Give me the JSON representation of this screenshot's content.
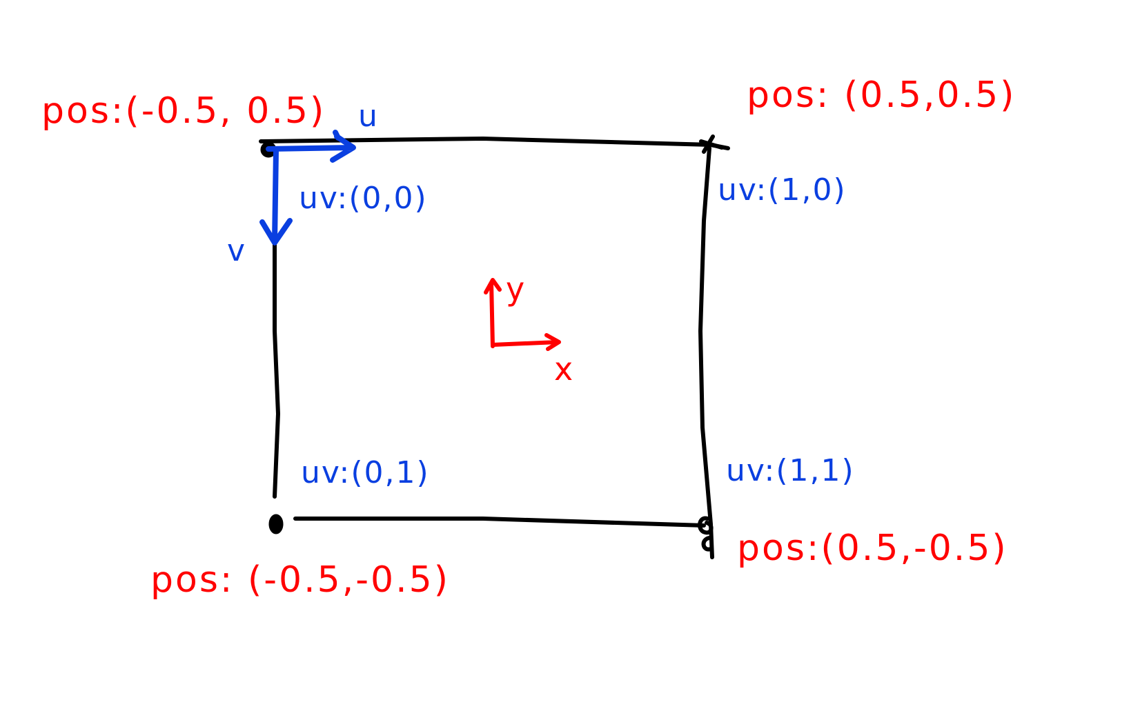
{
  "colors": {
    "frame": "#000000",
    "position": "#ff0000",
    "texcoord": "#0a3fe0",
    "background": "#ffffff"
  },
  "vertices": {
    "top_left": {
      "pos_label": "pos:(-0.5, 0.5)",
      "uv_label": "uv:(0,0)"
    },
    "top_right": {
      "pos_label": "pos: (0.5,0.5)",
      "uv_label": "uv:(1,0)"
    },
    "bottom_left": {
      "pos_label": "pos: (-0.5,-0.5)",
      "uv_label": "uv:(0,1)"
    },
    "bottom_right": {
      "pos_label": "pos:(0.5,-0.5)",
      "uv_label": "uv:(1,1)"
    }
  },
  "uv_axes": {
    "u_label": "u",
    "v_label": "v"
  },
  "xy_axes": {
    "x_label": "x",
    "y_label": "y"
  }
}
